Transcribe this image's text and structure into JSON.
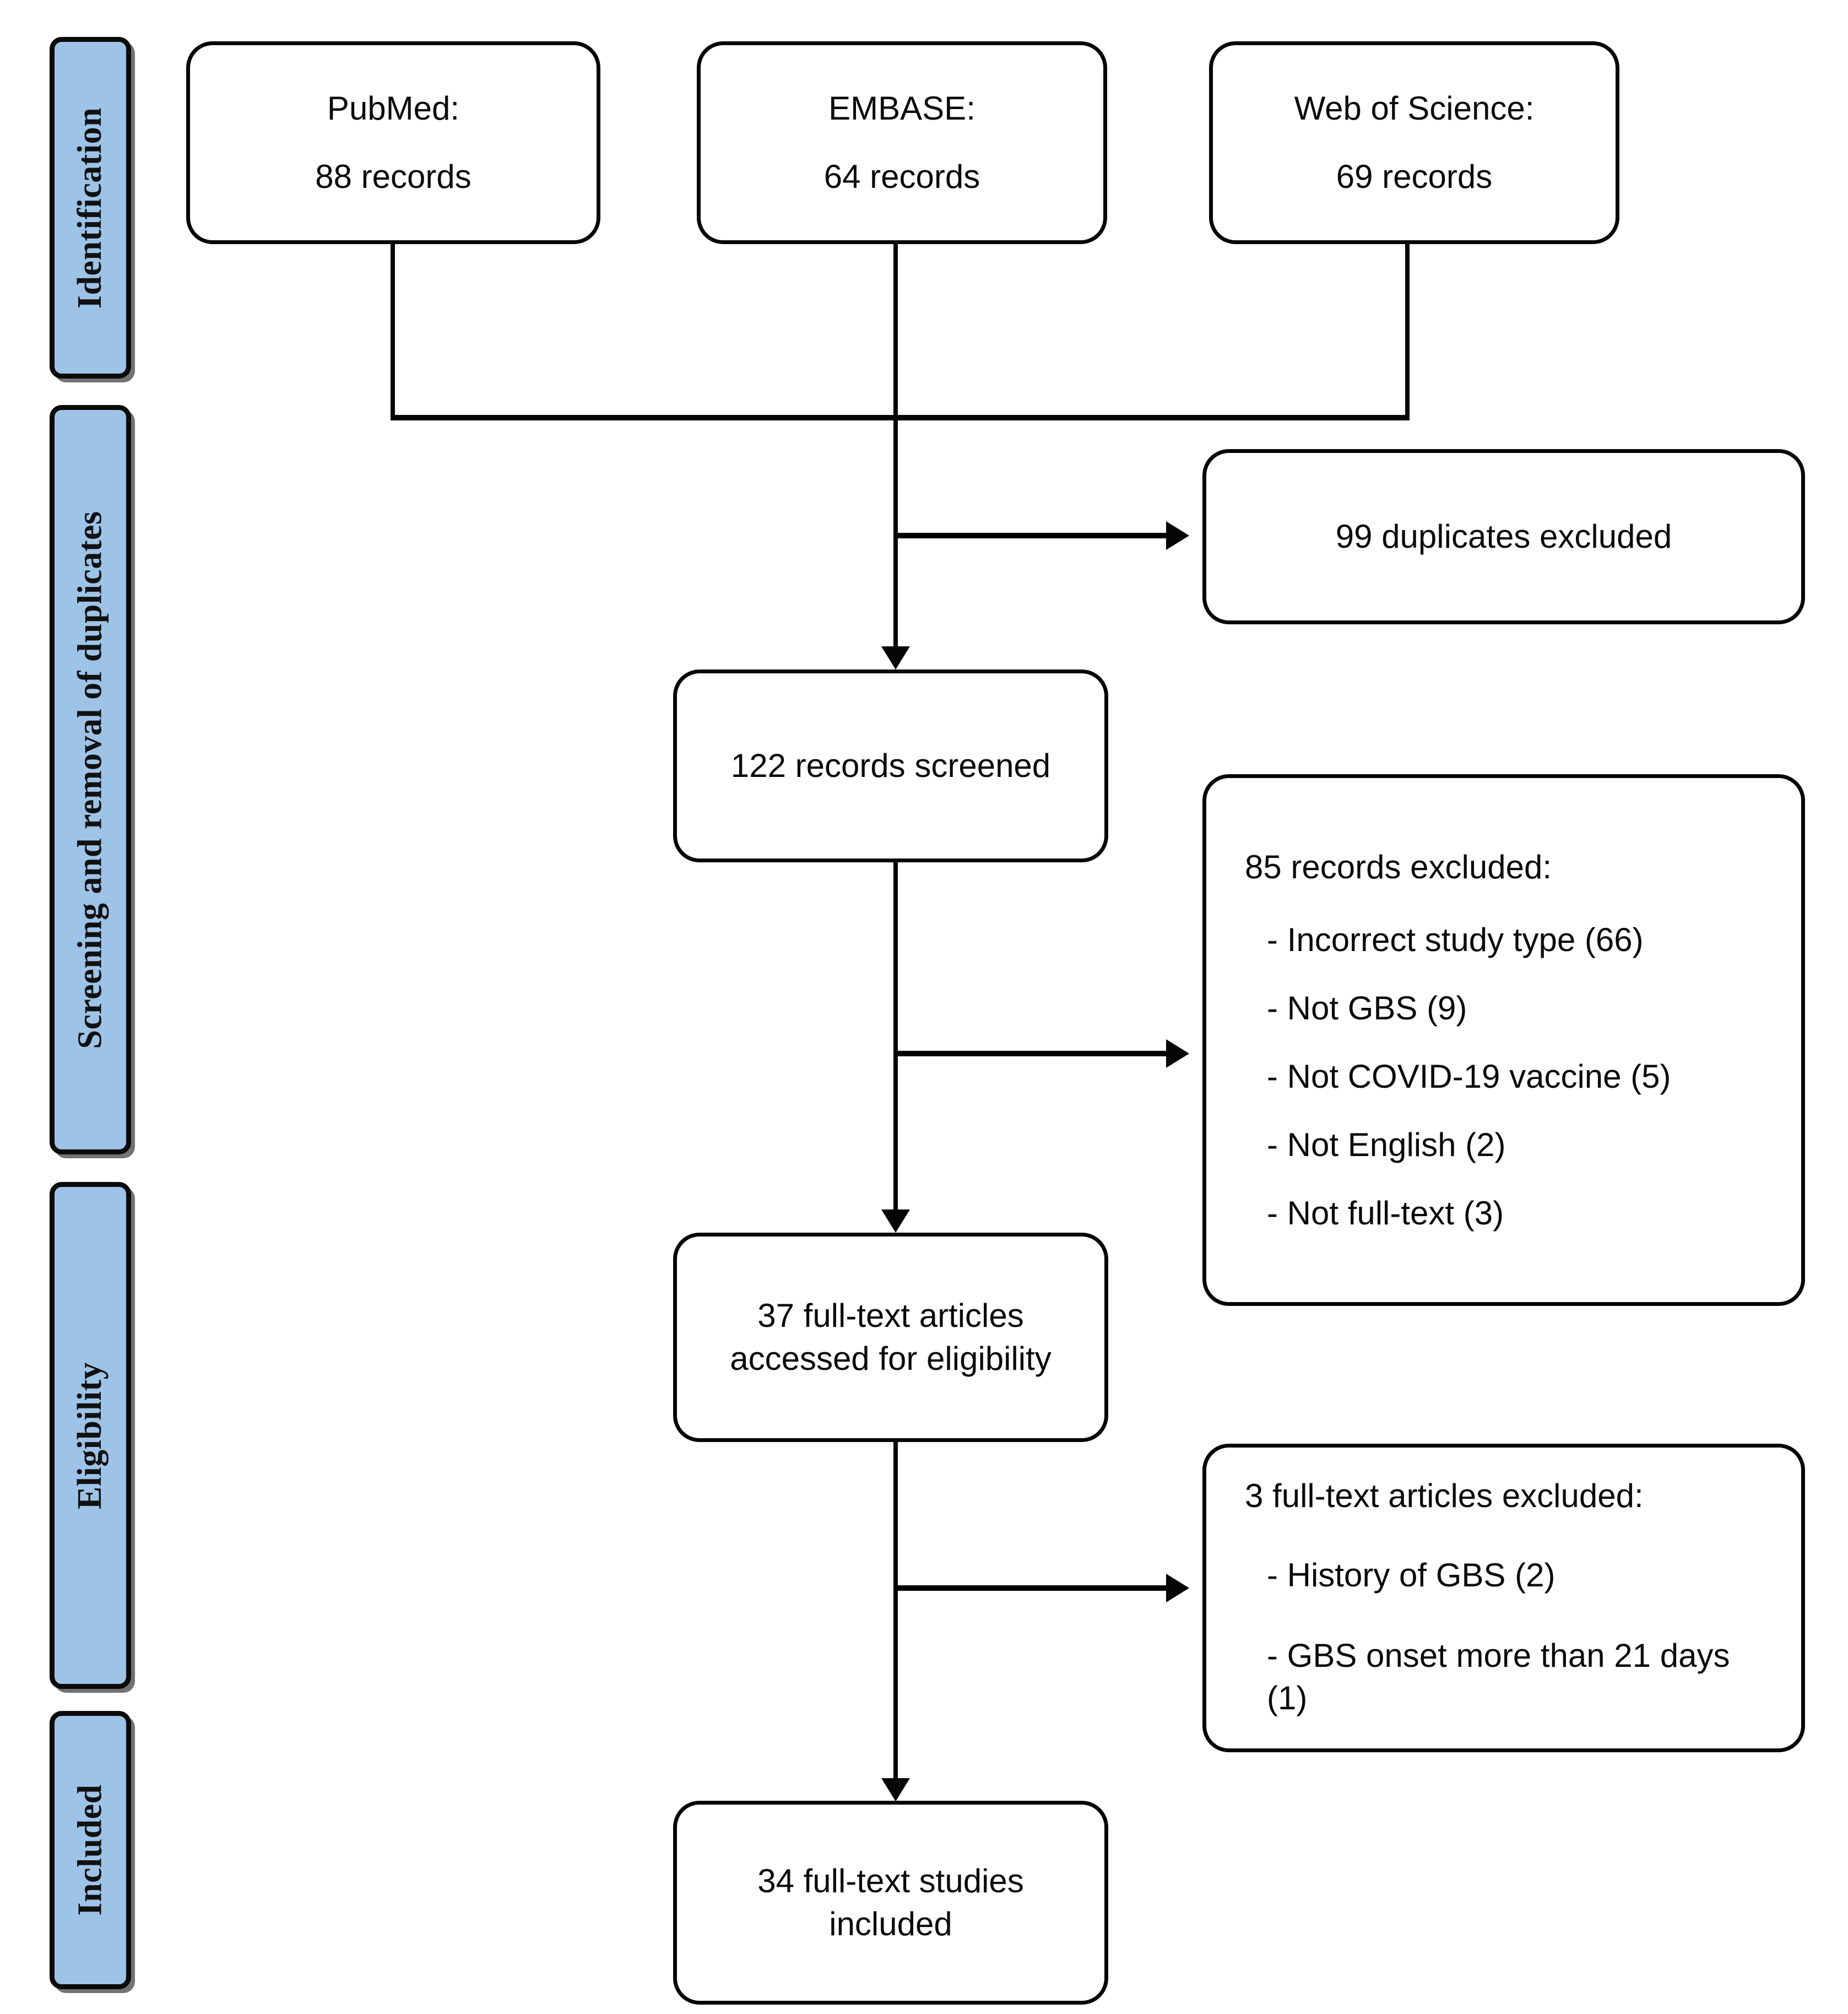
{
  "diagram": {
    "type": "prisma-flow-diagram",
    "accent_color": "#9DC3E6",
    "line_color": "#050505",
    "stages": [
      {
        "id": "identification",
        "label": "Identification"
      },
      {
        "id": "screening",
        "label": "Screening and removal of duplicates"
      },
      {
        "id": "eligibility",
        "label": "Eligibility"
      },
      {
        "id": "included",
        "label": "Included"
      }
    ],
    "sources": [
      {
        "id": "pubmed",
        "title": "PubMed:",
        "count": "88 records"
      },
      {
        "id": "embase",
        "title": "EMBASE:",
        "count": "64 records"
      },
      {
        "id": "web_of_science",
        "title": "Web of Science:",
        "count": "69 records"
      }
    ],
    "duplicates_excluded": {
      "text": "99 duplicates excluded"
    },
    "records_screened": {
      "text": "122 records screened"
    },
    "records_excluded": {
      "heading": "85 records excluded:",
      "items": [
        "- Incorrect study type (66)",
        "- Not GBS (9)",
        "- Not COVID-19 vaccine (5)",
        "- Not English (2)",
        "- Not full-text (3)"
      ]
    },
    "full_text_assessed": {
      "line1": "37 full-text articles",
      "line2": "accessed for eligibility"
    },
    "full_text_excluded": {
      "heading": "3 full-text articles excluded:",
      "items": [
        "- History of GBS (2)",
        "- GBS onset more than 21 days\n(1)"
      ]
    },
    "studies_included": {
      "line1": "34 full-text studies",
      "line2": "included"
    }
  }
}
